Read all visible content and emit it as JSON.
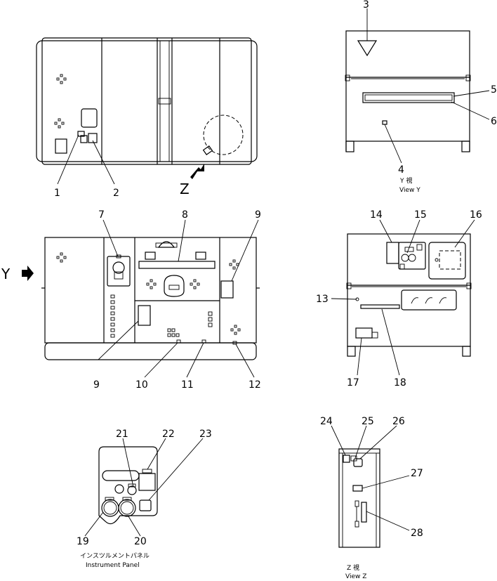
{
  "view_letters": {
    "z": "Z",
    "y": "Y"
  },
  "callouts": {
    "c1": "1",
    "c2": "2",
    "c3": "3",
    "c4": "4",
    "c5": "5",
    "c6": "6",
    "c7": "7",
    "c8": "8",
    "c9a": "9",
    "c9b": "9",
    "c10": "10",
    "c11": "11",
    "c12": "12",
    "c13": "13",
    "c14": "14",
    "c15": "15",
    "c16": "16",
    "c17": "17",
    "c18": "18",
    "c19": "19",
    "c20": "20",
    "c21": "21",
    "c22": "22",
    "c23": "23",
    "c24": "24",
    "c25": "25",
    "c26": "26",
    "c27": "27",
    "c28": "28"
  },
  "captions": {
    "view_y_jp": "Y   視",
    "view_y_en": "View Y",
    "panel_jp": "インスツルメントパネル",
    "panel_en": "Instrument Panel",
    "view_z_jp": "Z   視",
    "view_z_en": "View Z"
  }
}
